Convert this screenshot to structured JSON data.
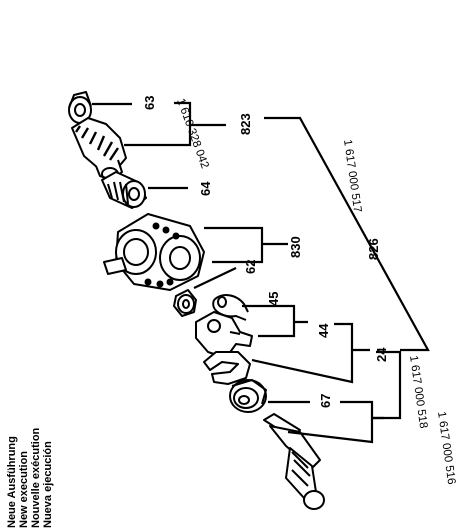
{
  "callouts": {
    "c63": "63",
    "c823": "823",
    "c64": "64",
    "c830": "830",
    "c62": "62",
    "c826": "826",
    "c45": "45",
    "c44": "44",
    "c24": "24",
    "c67": "67"
  },
  "part_numbers": {
    "pn_823": "1 616 328 042",
    "pn_826": "1 617 000 517",
    "pn_24": "1 617 000 518",
    "pn_67": "1 617 000 516"
  },
  "legend": {
    "de": "Neue Ausführung",
    "en": "New execution",
    "fr": "Nouvelle exécution",
    "es": "Nueva ejecución"
  }
}
